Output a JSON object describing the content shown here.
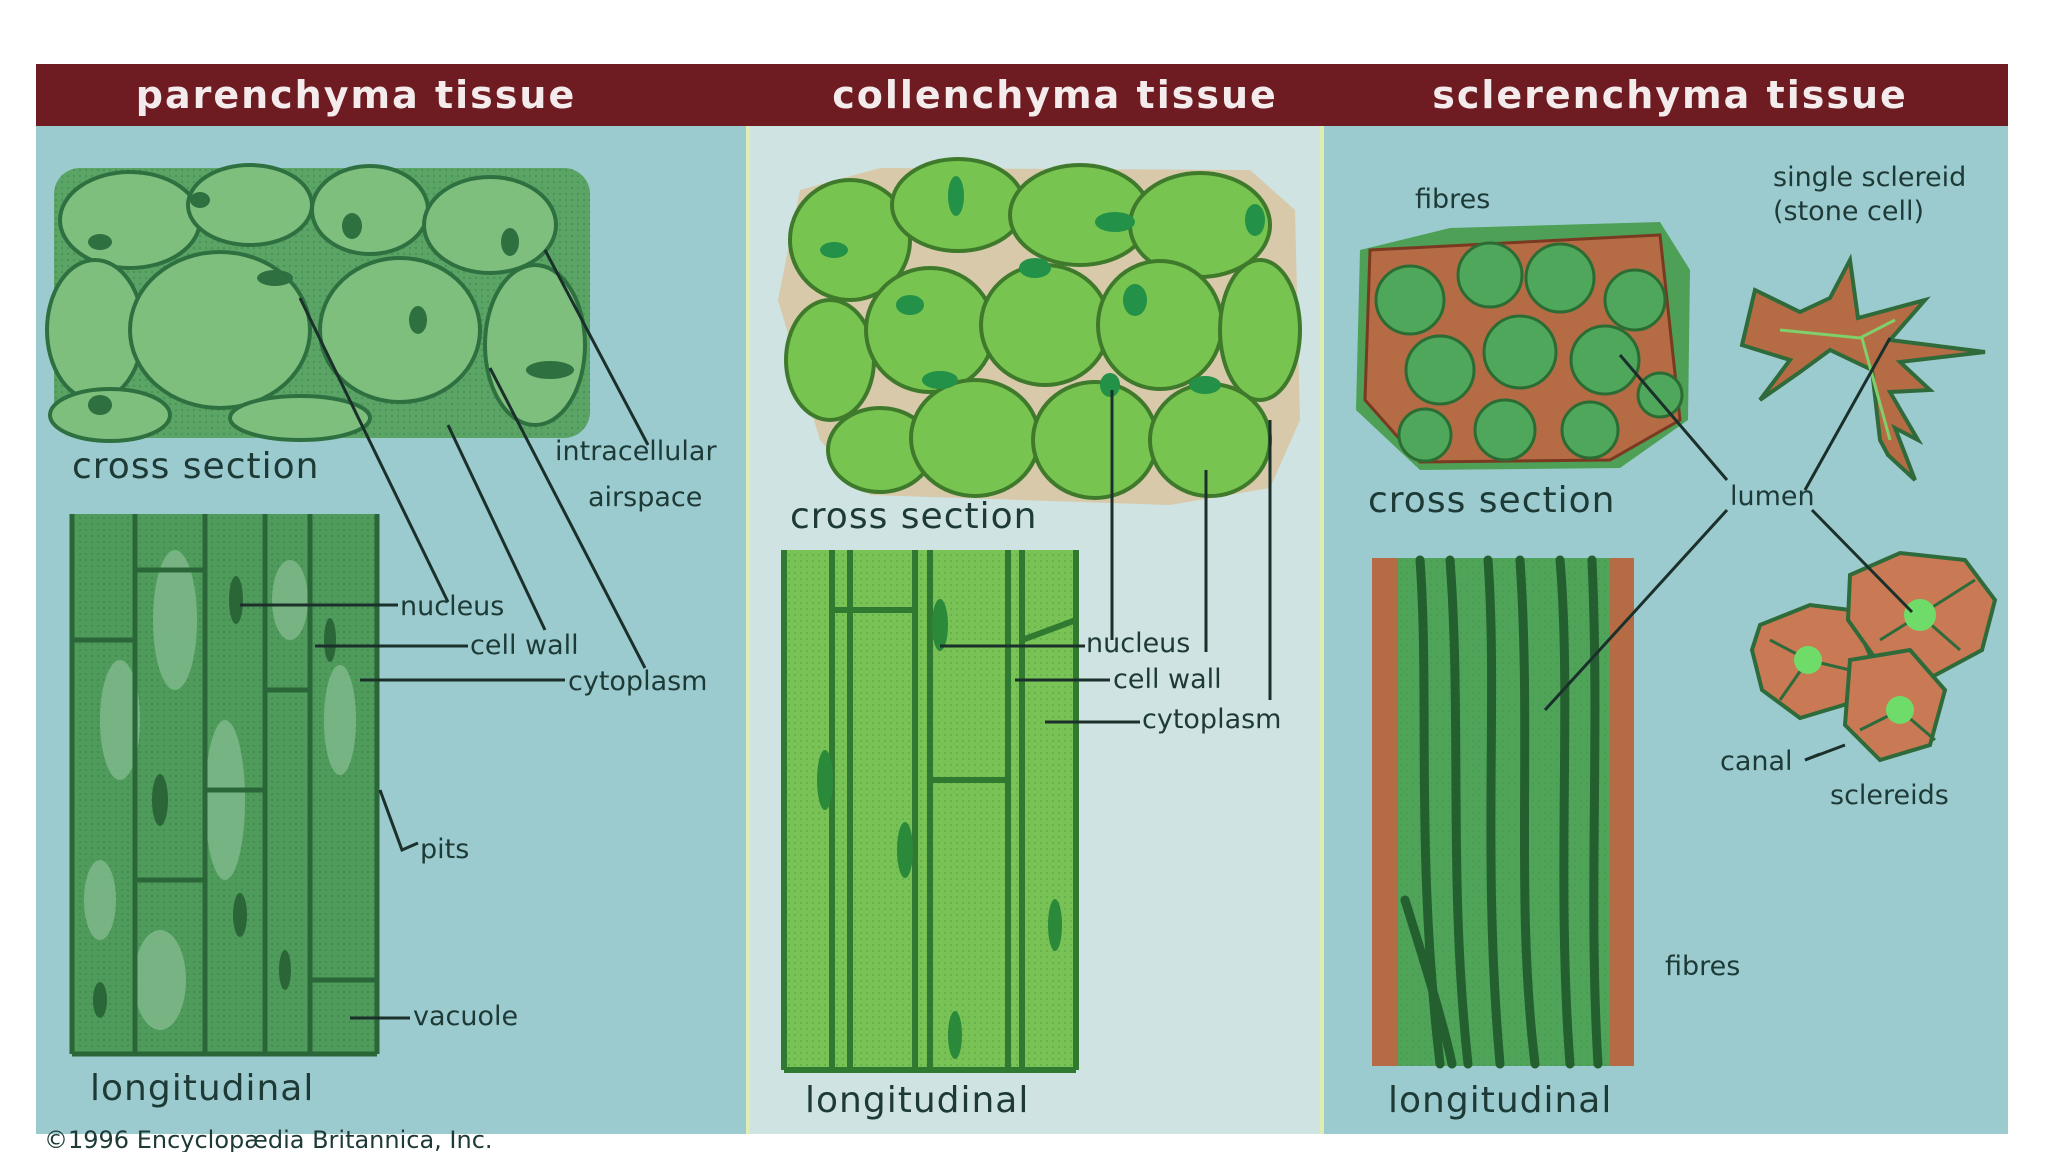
{
  "headers": {
    "parenchyma": "parenchyma tissue",
    "collenchyma": "collenchyma tissue",
    "sclerenchyma": "sclerenchyma tissue"
  },
  "parenchyma": {
    "cross_section": "cross section",
    "longitudinal": "longitudinal",
    "intracellular_1": "intracellular",
    "intracellular_2": "airspace",
    "nucleus": "nucleus",
    "cell_wall": "cell wall",
    "cytoplasm": "cytoplasm",
    "pits": "pits",
    "vacuole": "vacuole",
    "copyright": "©1996 Encyclopædia Britannica, Inc."
  },
  "collenchyma": {
    "cross_section": "cross section",
    "longitudinal": "longitudinal",
    "nucleus": "nucleus",
    "cell_wall": "cell wall",
    "cytoplasm": "cytoplasm"
  },
  "sclerenchyma": {
    "fibres_top": "fibres",
    "single_sclereid_1": "single sclereid",
    "single_sclereid_2": "(stone cell)",
    "cross_section": "cross section",
    "lumen": "lumen",
    "canal": "canal",
    "sclereids": "sclereids",
    "fibres_bottom": "fibres",
    "longitudinal": "longitudinal"
  },
  "colors": {
    "header_band": "#6e1c22",
    "panel_bg": "#9cccd0",
    "middle_panel_bg": "#cfe4e4",
    "parenchyma_green": "#4f9e5c",
    "collenchyma_green": "#74c254",
    "sclerenchyma_brown": "#b56a45"
  }
}
